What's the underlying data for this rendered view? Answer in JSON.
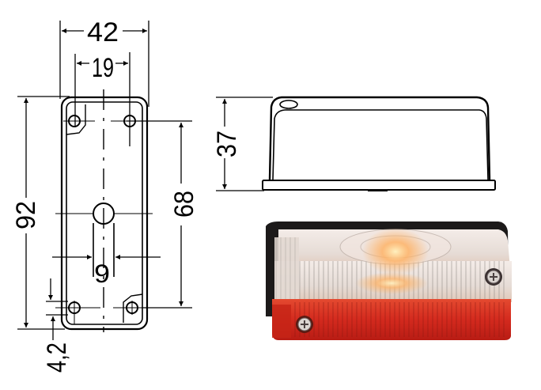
{
  "dimensions": {
    "width_overall": "42",
    "hole_spacing_width": "19",
    "height_overall": "92",
    "hole_spacing_height": "68",
    "slot_width": "9",
    "hole_offset": "4,2",
    "depth": "37"
  },
  "views": {
    "front_view": "front outline with mounting holes",
    "side_view": "side profile",
    "photo": "clear/red marker lamp photo"
  },
  "colors": {
    "line": "#000000",
    "lens_clear": "#efe6e0",
    "lens_red": "#d42a1e",
    "housing": "#1a1a1a",
    "glow": "#ffb060"
  }
}
